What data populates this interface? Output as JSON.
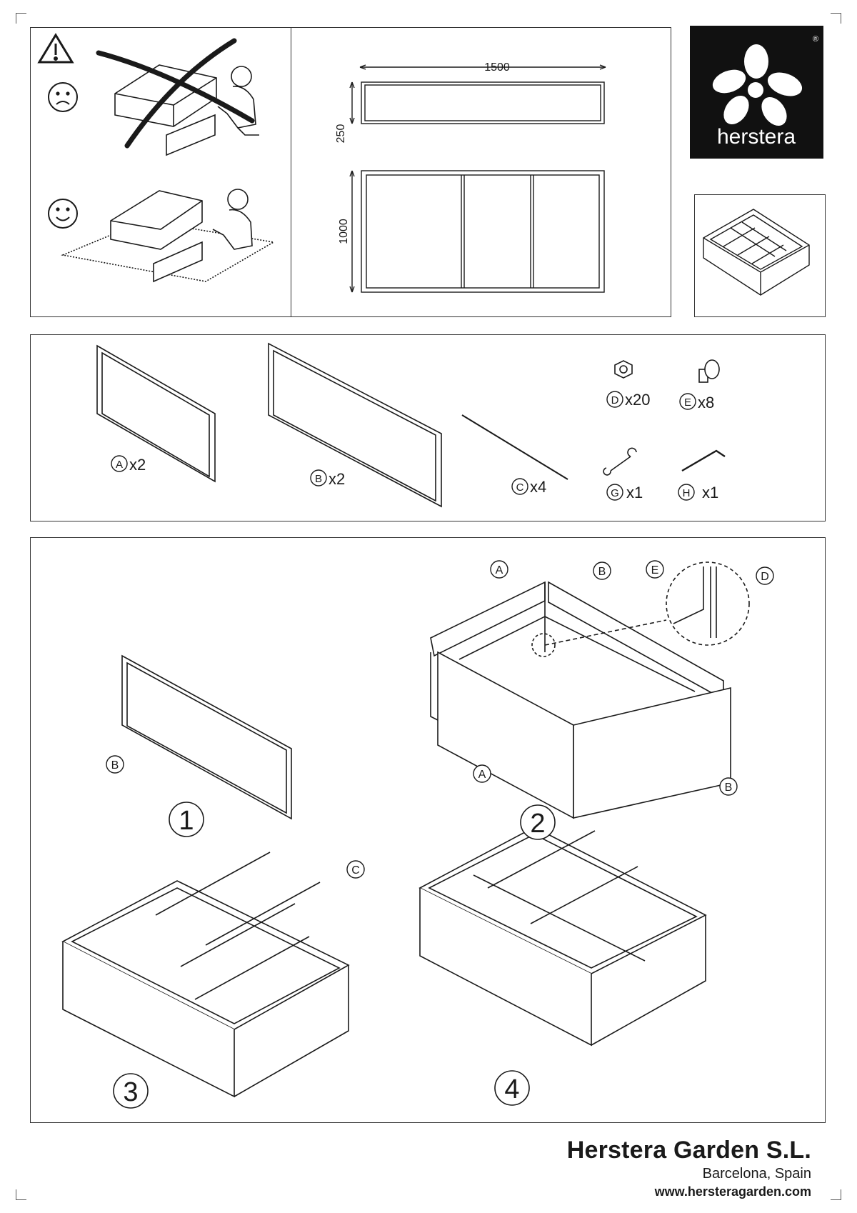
{
  "dimensions": {
    "width": "1500",
    "height": "250",
    "depth": "1000"
  },
  "brand": {
    "logo_text": "herstera",
    "registered": "®"
  },
  "parts": [
    {
      "letter": "A",
      "qty": "x2"
    },
    {
      "letter": "B",
      "qty": "x2"
    },
    {
      "letter": "C",
      "qty": "x4"
    },
    {
      "letter": "D",
      "qty": "x20"
    },
    {
      "letter": "E",
      "qty": "x8"
    },
    {
      "letter": "G",
      "qty": "x1"
    },
    {
      "letter": "H",
      "qty": "x1"
    }
  ],
  "steps": [
    "1",
    "2",
    "3",
    "4"
  ],
  "callouts": {
    "a": "A",
    "b": "B",
    "c": "C",
    "d": "D",
    "e": "E"
  },
  "footer": {
    "company": "Herstera Garden S.L.",
    "location": "Barcelona, Spain",
    "website": "www.hersteragarden.com"
  },
  "colors": {
    "line": "#1a1a1a",
    "logo_bg": "#111111"
  }
}
